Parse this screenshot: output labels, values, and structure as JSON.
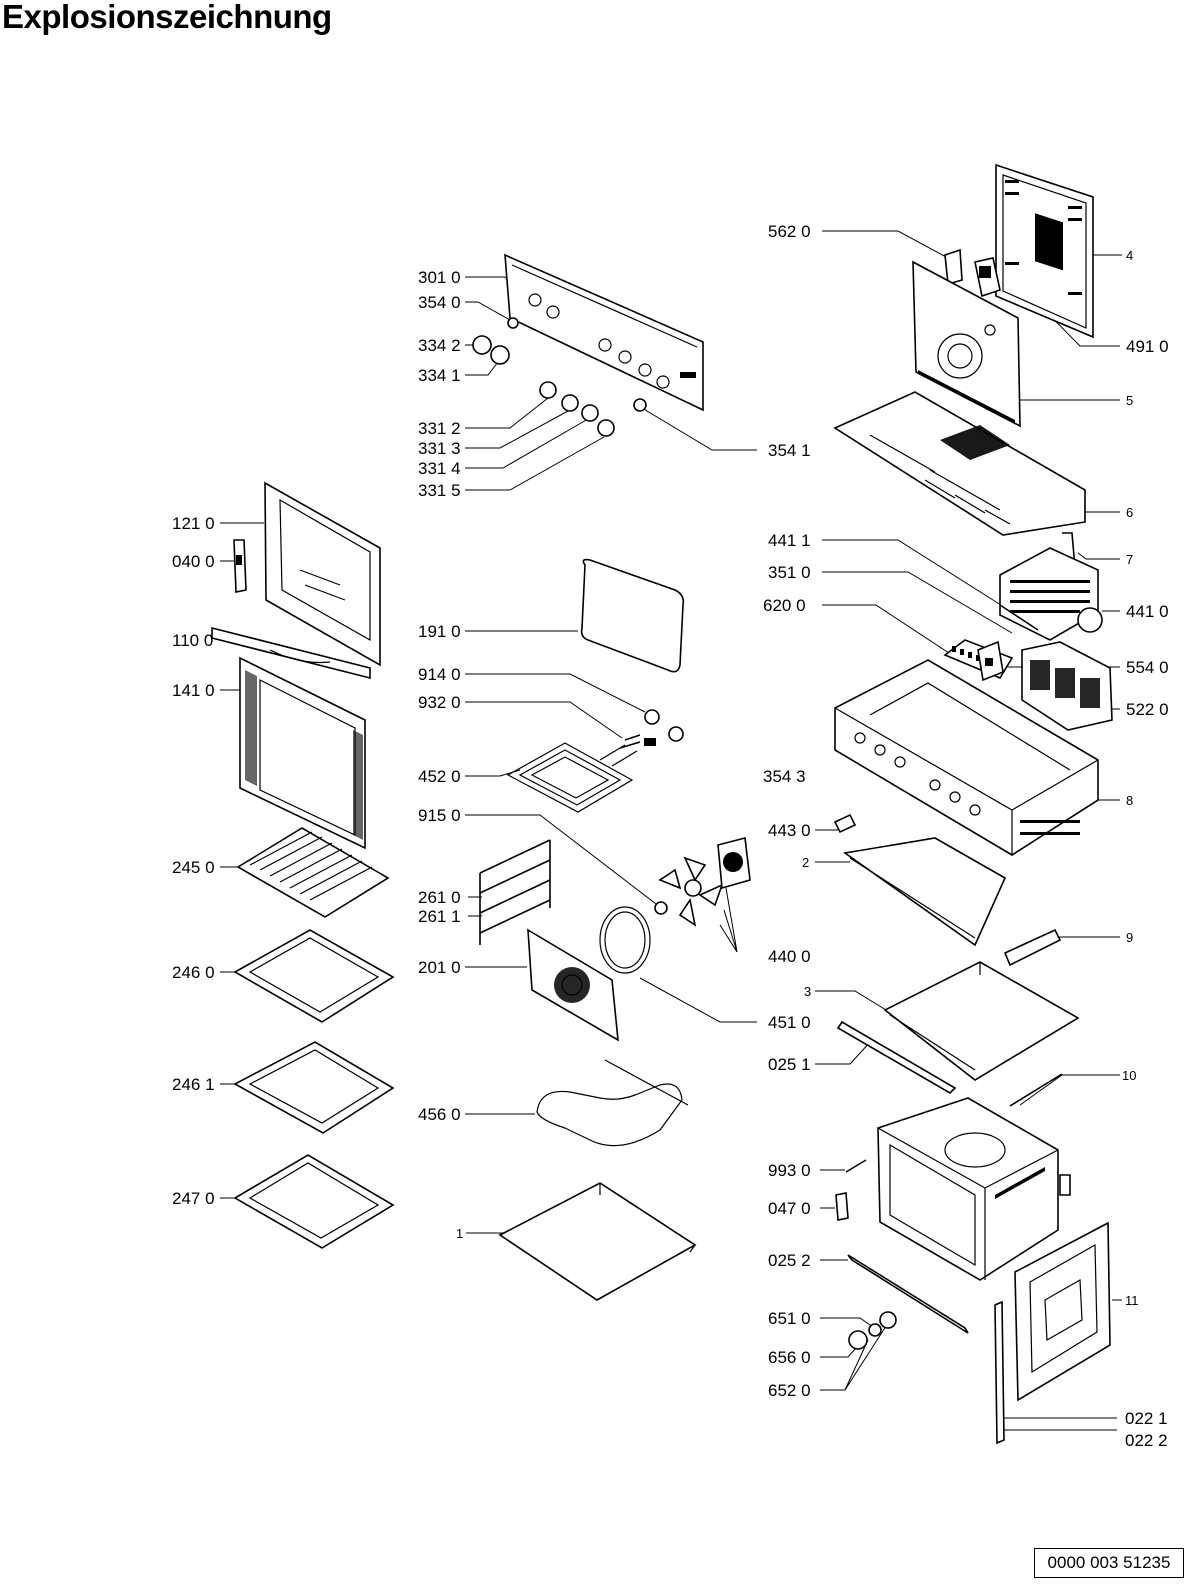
{
  "title": "Explosionszeichnung",
  "doc_number": "0000 003 51235",
  "labels": {
    "l_5620": "562 0",
    "l_4": "4",
    "l_3010": "301 0",
    "l_3540": "354 0",
    "l_3342": "334 2",
    "l_3341": "334 1",
    "l_4910": "491 0",
    "l_5": "5",
    "l_3312": "331 2",
    "l_3313": "331 3",
    "l_3314": "331 4",
    "l_3315": "331 5",
    "l_3541": "354 1",
    "l_6": "6",
    "l_1210": "121 0",
    "l_0400": "040 0",
    "l_7": "7",
    "l_4411": "441 1",
    "l_3510": "351 0",
    "l_6200": "620 0",
    "l_4410": "441 0",
    "l_1100": "110 0",
    "l_1910": "191 0",
    "l_5540": "554 0",
    "l_1410": "141 0",
    "l_9140": "914 0",
    "l_9320": "932 0",
    "l_5220": "522 0",
    "l_4520": "452 0",
    "l_3543": "354 3",
    "l_8": "8",
    "l_9150": "915 0",
    "l_4430": "443 0",
    "l_2450": "245 0",
    "l_2": "2",
    "l_2610": "261 0",
    "l_2611": "261 1",
    "l_9": "9",
    "l_4400": "440 0",
    "l_2460": "246 0",
    "l_2010": "201 0",
    "l_3": "3",
    "l_4510": "451 0",
    "l_0251": "025 1",
    "l_2461": "246 1",
    "l_4560": "456 0",
    "l_10": "10",
    "l_9930": "993 0",
    "l_2470": "247 0",
    "l_0470": "047 0",
    "l_1": "1",
    "l_0252": "025 2",
    "l_11": "11",
    "l_6510": "651 0",
    "l_6560": "656 0",
    "l_6520": "652 0",
    "l_0221": "022 1",
    "l_0222": "022 2"
  }
}
